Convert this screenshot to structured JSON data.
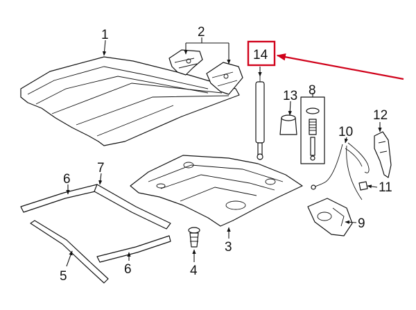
{
  "diagram": {
    "callouts": [
      "1",
      "2",
      "3",
      "4",
      "5",
      "6",
      "6",
      "7",
      "8",
      "9",
      "10",
      "11",
      "12",
      "13",
      "14"
    ],
    "highlight": {
      "label": "14",
      "color": "#d0021b"
    }
  }
}
